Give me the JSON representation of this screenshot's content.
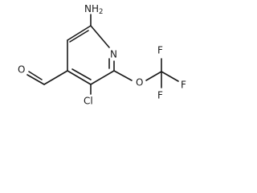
{
  "molecule": {
    "atoms": {
      "amine": "NH",
      "amine_sub": "2",
      "ring_nitrogen": "N",
      "aldehyde_oxygen": "O",
      "ether_oxygen": "O",
      "chlorine": "Cl",
      "fluorine_top": "F",
      "fluorine_right": "F",
      "fluorine_bottom": "F"
    },
    "colors": {
      "bond": "#1a1a1a",
      "background": "#ffffff"
    }
  }
}
